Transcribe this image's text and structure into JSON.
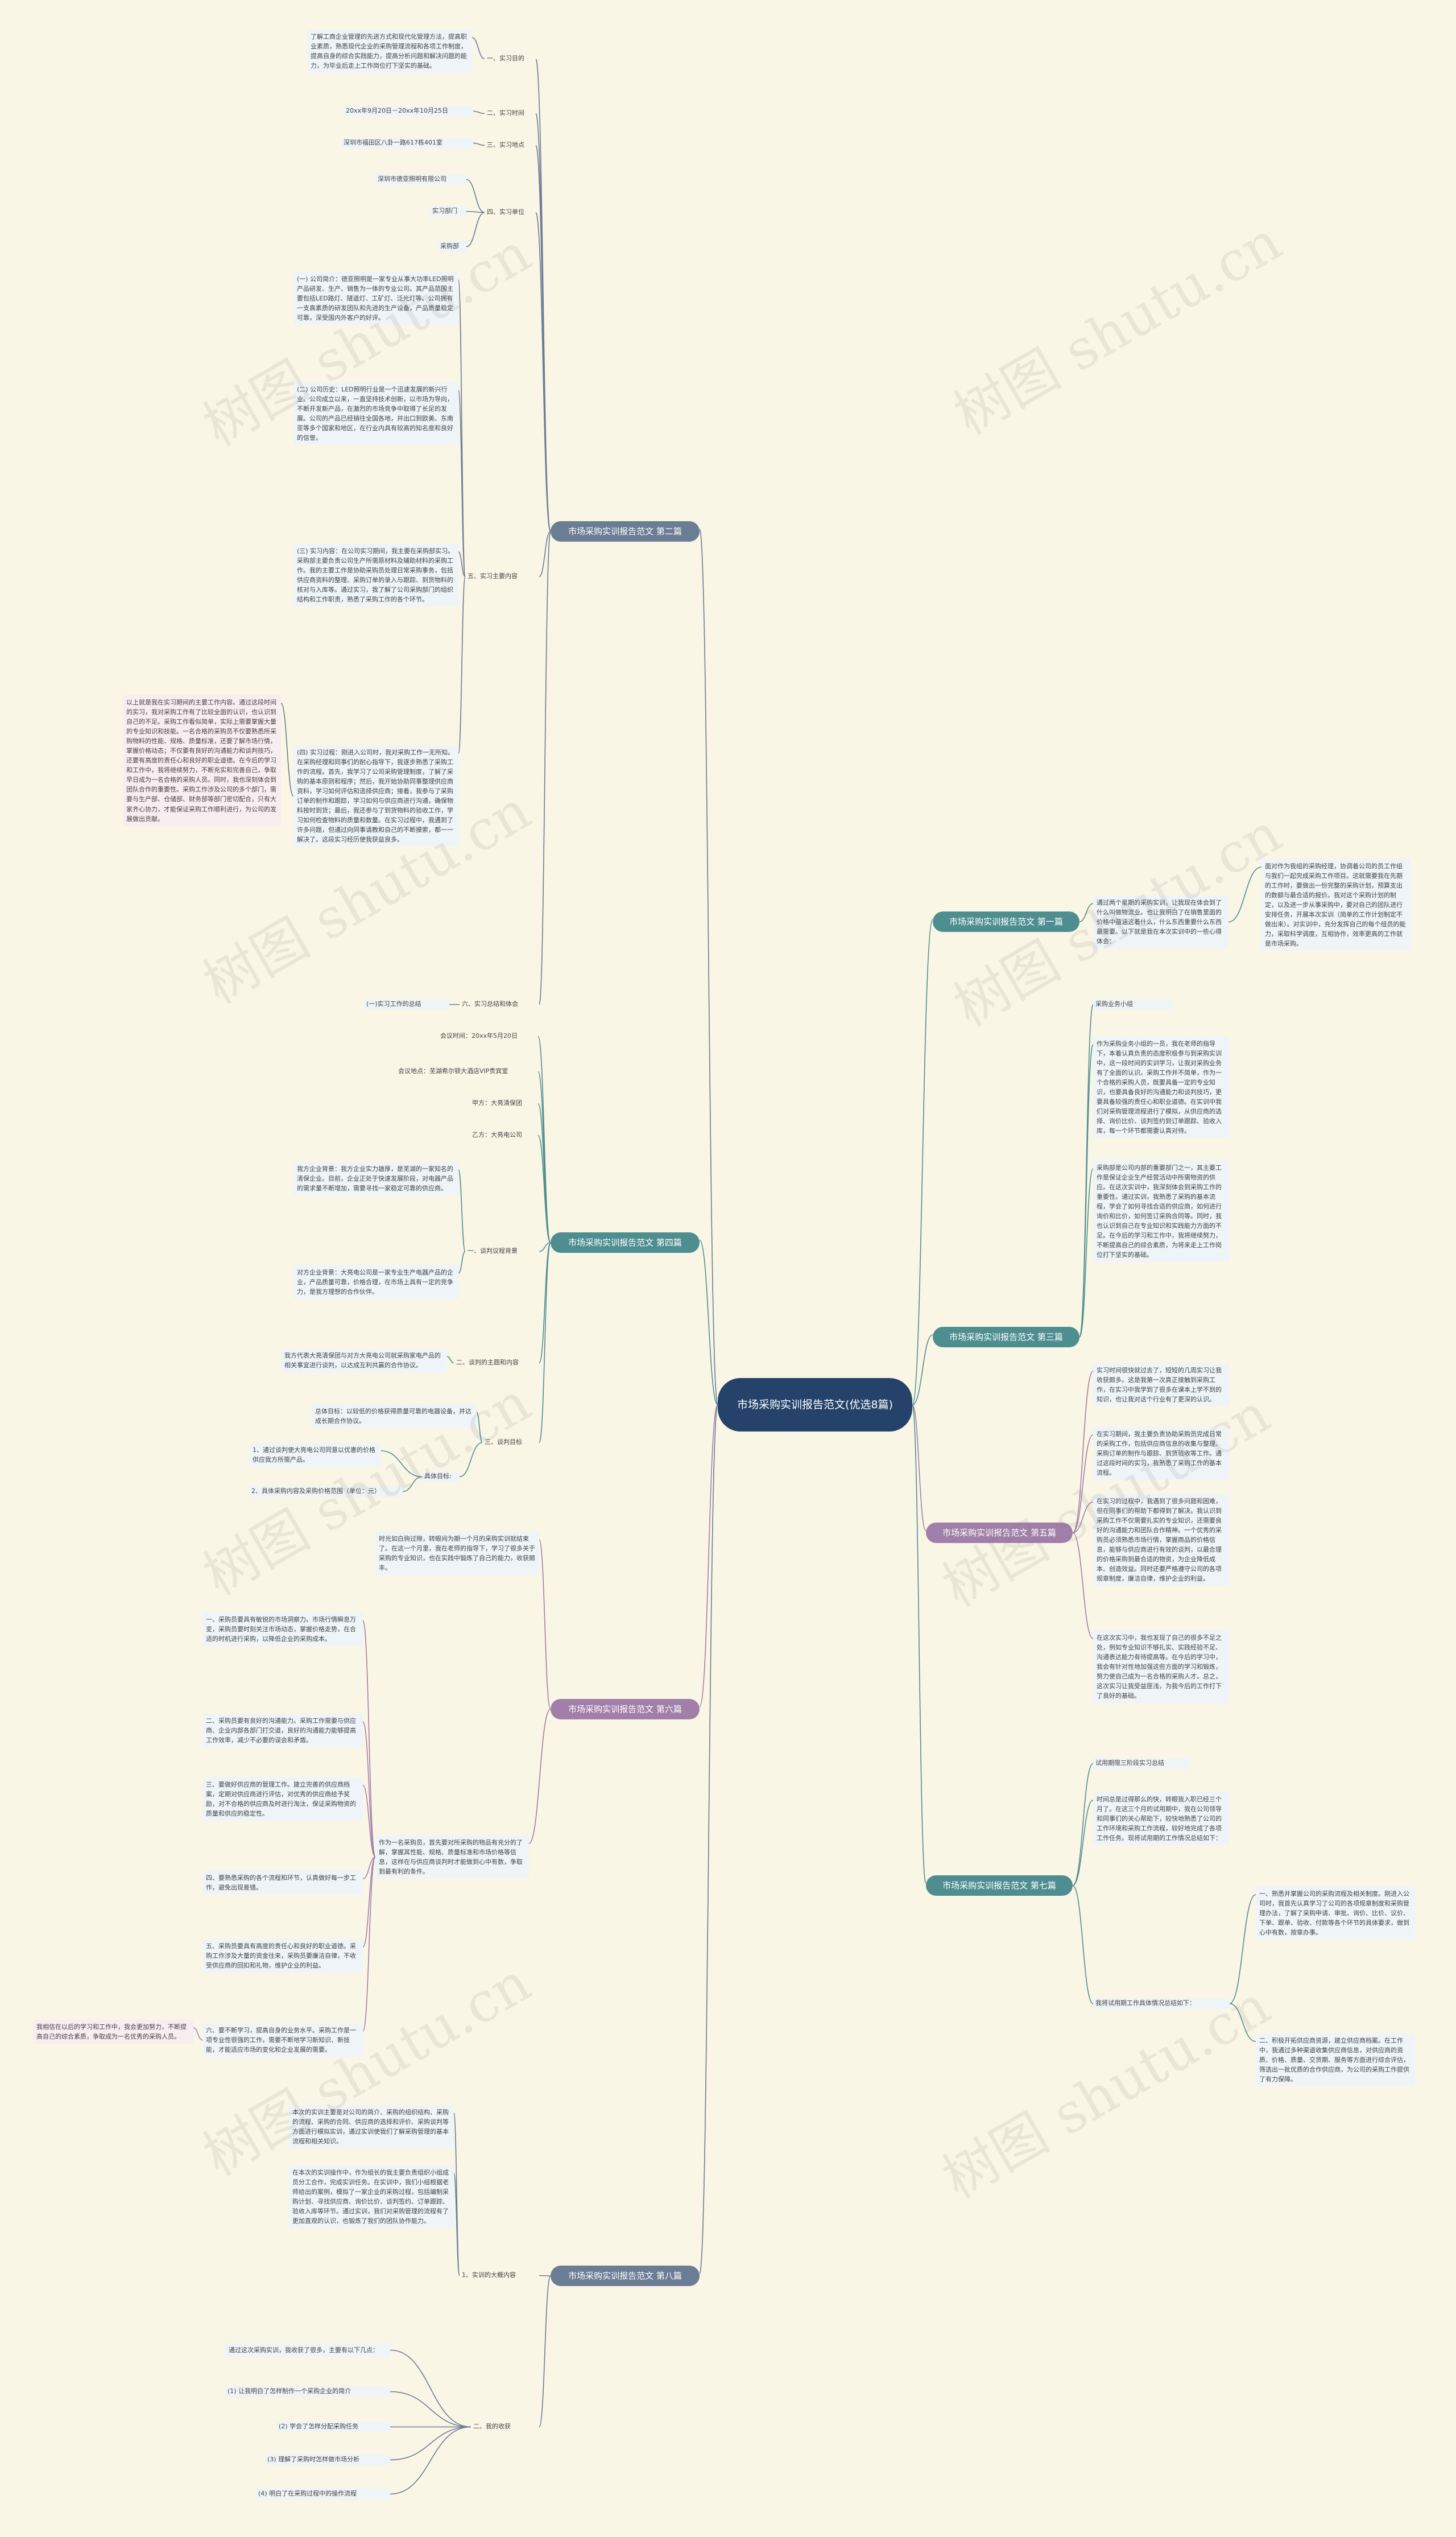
{
  "root": "市场采购实训报告范文(优选8篇)",
  "b1": {
    "title": "市场采购实训报告范文 第一篇",
    "leaf_a": "通过两个星期的采购实训，让我现在体会到了什么叫做物流业。也让我明白了在销售里面的价格中蕴涵这着什么，什么东西重要什么东西最需要。以下就是我在本次实训中的一些心得体会：",
    "leaf_b": "面对作为我组的采购经理，协调着公司的员工作组与我们一起完成采购工作项目。这就需要我在先期的工作时，要做出一份完整的采购计划，预算支出的数额与最合适的报价。我对这个采购计划的制定，以及进一步从事采购中，要对自己的团队进行安排任务，开展本次实训（简单的工作计划制定不做出来）。对实训中，充分发挥自己的每个组员的能力，采取科学调度，互相协作，效率更高的工作就是市场采购。"
  },
  "b3": {
    "title": "市场采购实训报告范文 第三篇",
    "label": "采购业务小组",
    "leaf_a": "作为采购业务小组的一员，我在老师的指导下，本着认真负责的态度积极参与到采购实训中，这一段时间的实训学习，让我对采购业务有了全面的认识。采购工作并不简单，作为一个合格的采购人员，既要具备一定的专业知识，也要具备良好的沟通能力和谈判技巧，更要具备较强的责任心和职业道德。在实训中我们对采购管理流程进行了模拟，从供应商的选择、询价比价、谈判签约到订单跟踪、验收入库，每一个环节都需要认真对待。",
    "leaf_b": "采购部是公司内部的重要部门之一，其主要工作是保证企业生产经营活动中所需物资的供应。在这次实训中，我深刻体会到采购工作的重要性。通过实训，我熟悉了采购的基本流程，学会了如何寻找合适的供应商，如何进行询价和比价，如何签订采购合同等。同时，我也认识到自己在专业知识和实践能力方面的不足。在今后的学习和工作中，我将继续努力，不断提高自己的综合素质，为将来走上工作岗位打下坚实的基础。"
  },
  "b5": {
    "title": "市场采购实训报告范文 第五篇",
    "leaf_a": "实习时间很快就过去了，短短的几周实习让我收获颇多。这是我第一次真正接触到采购工作，在实习中我学到了很多在课本上学不到的知识，也让我对这个行业有了更深的认识。",
    "leaf_b": "在实习期间，我主要负责协助采购员完成日常的采购工作，包括供应商信息的收集与整理、采购订单的制作与跟踪、到货验收等工作。通过这段时间的实习，我熟悉了采购工作的基本流程。",
    "leaf_c": "在实习的过程中，我遇到了很多问题和困难，但在同事们的帮助下都得到了解决。我认识到采购工作不仅需要扎实的专业知识，还需要良好的沟通能力和团队合作精神。一个优秀的采购员必须熟悉市场行情，掌握商品的价格信息，能够与供应商进行有效的谈判，以最合理的价格采购到最合适的物资，为企业降低成本、创造效益。同时还要严格遵守公司的各项规章制度，廉洁自律，维护企业的利益。",
    "leaf_d": "在这次实习中，我也发现了自己的很多不足之处，例如专业知识不够扎实、实践经验不足、沟通表达能力有待提高等。在今后的学习中，我会有针对性地加强这些方面的学习和锻炼，努力使自己成为一名合格的采购人才。总之，这次实习让我受益匪浅，为我今后的工作打下了良好的基础。"
  },
  "b7": {
    "title": "市场采购实训报告范文 第七篇",
    "leaf_a": "试用期限三阶段实习总结",
    "leaf_b": "时间总是过得那么的快，转眼我入职已经三个月了。在这三个月的试用期中，我在公司领导和同事们的关心帮助下，较快地熟悉了公司的工作环境和采购工作流程，较好地完成了各项工作任务。现将试用期的工作情况总结如下：",
    "label": "我将试用期工作具体情况总结如下：",
    "leaf_c": "一、熟悉并掌握公司的采购流程及相关制度。刚进入公司时，我首先认真学习了公司的各项规章制度和采购管理办法，了解了采购申请、审批、询价、比价、议价、下单、跟单、验收、付款等各个环节的具体要求，做到心中有数，按章办事。",
    "leaf_d": "二、积极开拓供应商资源，建立供应商档案。在工作中，我通过多种渠道收集供应商信息，对供应商的资质、价格、质量、交货期、服务等方面进行综合评估，筛选出一批优质的合作供应商，为公司的采购工作提供了有力保障。"
  },
  "b2": {
    "title": "市场采购实训报告范文 第二篇",
    "c1": {
      "label": "一、实习目的",
      "leaf": "了解工商企业管理的先进方式和现代化管理方法，提高职业素质，熟悉现代企业的采购管理流程和各项工作制度，提高自身的综合实践能力，提高分析问题和解决问题的能力，为毕业后走上工作岗位打下坚实的基础。"
    },
    "c2": {
      "label": "二、实习时间",
      "leaf": "20xx年9月20日－20xx年10月25日"
    },
    "c3": {
      "label": "三、实习地点",
      "leaf": "深圳市福田区八卦一路617栋401室"
    },
    "c4": {
      "label": "四、实习单位",
      "leaf_1": "深圳市德亚照明有限公司",
      "leaf_2": "实习部门",
      "leaf_3": "采购部"
    },
    "c5": {
      "label": "五、实习主要内容",
      "leaf_1": "(一) 公司简介：德亚照明是一家专业从事大功率LED照明产品研发、生产、销售为一体的专业公司。其产品范围主要包括LED路灯、隧道灯、工矿灯、泛光灯等。公司拥有一支高素质的研发团队和先进的生产设备，产品质量稳定可靠，深受国内外客户的好评。",
      "leaf_2": "(二) 公司历史：LED照明行业是一个迅速发展的新兴行业。公司成立以来，一直坚持技术创新，以市场为导向，不断开发新产品，在激烈的市场竞争中取得了长足的发展。公司的产品已经销往全国各地，并出口到欧美、东南亚等多个国家和地区，在行业内具有较高的知名度和良好的信誉。",
      "leaf_3": "(三) 实习内容：在公司实习期间，我主要在采购部实习。采购部主要负责公司生产所需原材料及辅助材料的采购工作。我的主要工作是协助采购员处理日常采购事务，包括供应商资料的整理、采购订单的录入与跟踪、到货物料的核对与入库等。通过实习，我了解了公司采购部门的组织结构和工作职责，熟悉了采购工作的各个环节。",
      "leaf_4": "(四) 实习过程：刚进入公司时，我对采购工作一无所知。在采购经理和同事们的耐心指导下，我逐步熟悉了采购工作的流程。首先，我学习了公司采购管理制度，了解了采购的基本原则和程序；然后，我开始协助同事整理供应商资料，学习如何评估和选择供应商；接着，我参与了采购订单的制作和跟踪，学习如何与供应商进行沟通，确保物料按时到货；最后，我还参与了到货物料的验收工作，学习如何检查物料的质量和数量。在实习过程中，我遇到了许多问题，但通过向同事请教和自己的不断摸索，都一一解决了。这段实习经历使我获益良多。"
    },
    "c6": {
      "label": "六、实习总结和体会",
      "leaf": "(一)实习工作的总结",
      "side_note": "以上就是我在实习期间的主要工作内容。通过这段时间的实习，我对采购工作有了比较全面的认识，也认识到自己的不足。采购工作看似简单，实际上需要掌握大量的专业知识和技能。一名合格的采购员不仅要熟悉所采购物料的性能、规格、质量标准，还要了解市场行情，掌握价格动态；不仅要有良好的沟通能力和谈判技巧，还要有高度的责任心和良好的职业道德。在今后的学习和工作中，我将继续努力，不断充实和完善自己，争取早日成为一名合格的采购人员。同时，我也深刻体会到团队合作的重要性。采购工作涉及公司的多个部门，需要与生产部、仓储部、财务部等部门密切配合，只有大家齐心协力，才能保证采购工作顺利进行，为公司的发展做出贡献。"
    }
  },
  "b4": {
    "title": "市场采购实训报告范文 第四篇",
    "meta_1": "会议时间：20xx年5月20日",
    "meta_2": "会议地点：芜湖希尔顿大酒店VIP贵宾室",
    "meta_3": "甲方：大亮清保团",
    "meta_4": "乙方：大亮电公司",
    "c1": {
      "label": "一、谈判议程背景",
      "leaf_1": "我方企业背景：我方企业实力雄厚，是芜湖的一家知名的清保企业。目前，企业正处于快速发展阶段，对电器产品的需求量不断增加，需要寻找一家稳定可靠的供应商。",
      "leaf_2": "对方企业背景：大亮电公司是一家专业生产电器产品的企业，产品质量可靠，价格合理，在市场上具有一定的竞争力，是我方理想的合作伙伴。"
    },
    "c2": {
      "label": "二、谈判的主题和内容",
      "leaf": "我方代表大亮清保团与对方大亮电公司就采购家电产品的相关事宜进行谈判，以达成互利共赢的合作协议。"
    },
    "c3": {
      "label": "三、谈判目标",
      "leaf_1": "总体目标：以较低的价格获得质量可靠的电器设备，并达成长期合作协议。",
      "leaf_2": "具体目标:",
      "leaf_3": "1、通过谈判使大亮电公司同意以优惠的价格供应我方所需产品。",
      "leaf_4": "2、具体采购内容及采购价格范围（单位：元）"
    }
  },
  "b6": {
    "title": "市场采购实训报告范文 第六篇",
    "leaf_1": "时光如白驹过隙，转眼间为期一个月的采购实训就结束了。在这一个月里，我在老师的指导下，学习了很多关于采购的专业知识，也在实践中锻炼了自己的能力，收获颇丰。",
    "leaf_2": "作为一名采购员，首先要对所采购的物品有充分的了解，掌握其性能、规格、质量标准和市场价格等信息，这样在与供应商谈判时才能做到心中有数，争取到最有利的条件。",
    "s1": "一、采购员要具有敏锐的市场洞察力。市场行情瞬息万变，采购员要时刻关注市场动态，掌握价格走势，在合适的时机进行采购，以降低企业的采购成本。",
    "s2": "二、采购员要有良好的沟通能力。采购工作需要与供应商、企业内部各部门打交道，良好的沟通能力能够提高工作效率，减少不必要的误会和矛盾。",
    "s3": "三、要做好供应商的管理工作。建立完善的供应商档案，定期对供应商进行评估，对优秀的供应商给予奖励，对不合格的供应商及时进行淘汰，保证采购物资的质量和供应的稳定性。",
    "s4": "四、要熟悉采购的各个流程和环节，认真做好每一步工作，避免出现差错。",
    "s5": "五、采购员要具有高度的责任心和良好的职业道德。采购工作涉及大量的资金往来，采购员要廉洁自律，不收受供应商的回扣和礼物，维护企业的利益。",
    "s6": "六、要不断学习，提高自身的业务水平。采购工作是一项专业性很强的工作，需要不断地学习新知识、新技能，才能适应市场的变化和企业发展的需要。",
    "side_note": "我相信在以后的学习和工作中，我会更加努力，不断提高自己的综合素质，争取成为一名优秀的采购人员。"
  },
  "b8": {
    "title": "市场采购实训报告范文 第八篇",
    "c1": {
      "label": "1、实训的大概内容",
      "leaf_1": "本次的实训主要是对公司的简介、采购的组织结构、采购的流程、采购的合同、供应商的选择和评价、采购谈判等方面进行模拟实训，通过实训使我们了解采购管理的基本流程和相关知识。",
      "leaf_2": "在本次的实训操作中，作为组长的我主要负责组织小组成员分工合作，完成实训任务。在实训中，我们小组根据老师给出的案例，模拟了一家企业的采购过程，包括编制采购计划、寻找供应商、询价比价、谈判签约、订单跟踪、验收入库等环节。通过实训，我们对采购管理的流程有了更加直观的认识，也锻炼了我们的团队协作能力。"
    },
    "c2": {
      "label": "二、我的收获",
      "leaf_1": "通过这次采购实训，我收获了很多，主要有以下几点：",
      "leaf_2": "(1) 让我明白了怎样制作一个采购企业的简介",
      "leaf_3": "(2) 学会了怎样分配采购任务",
      "leaf_4": "(3) 理解了采购时怎样做市场分析",
      "leaf_5": "(4) 明白了在采购过程中的操作流程"
    }
  },
  "watermark": "树图 shutu.cn",
  "colors": {
    "teal": "#4f8e90",
    "slate": "#6b7c95",
    "purple": "#a07fa8",
    "root": "#25436a",
    "bg": "#faf6e6"
  }
}
